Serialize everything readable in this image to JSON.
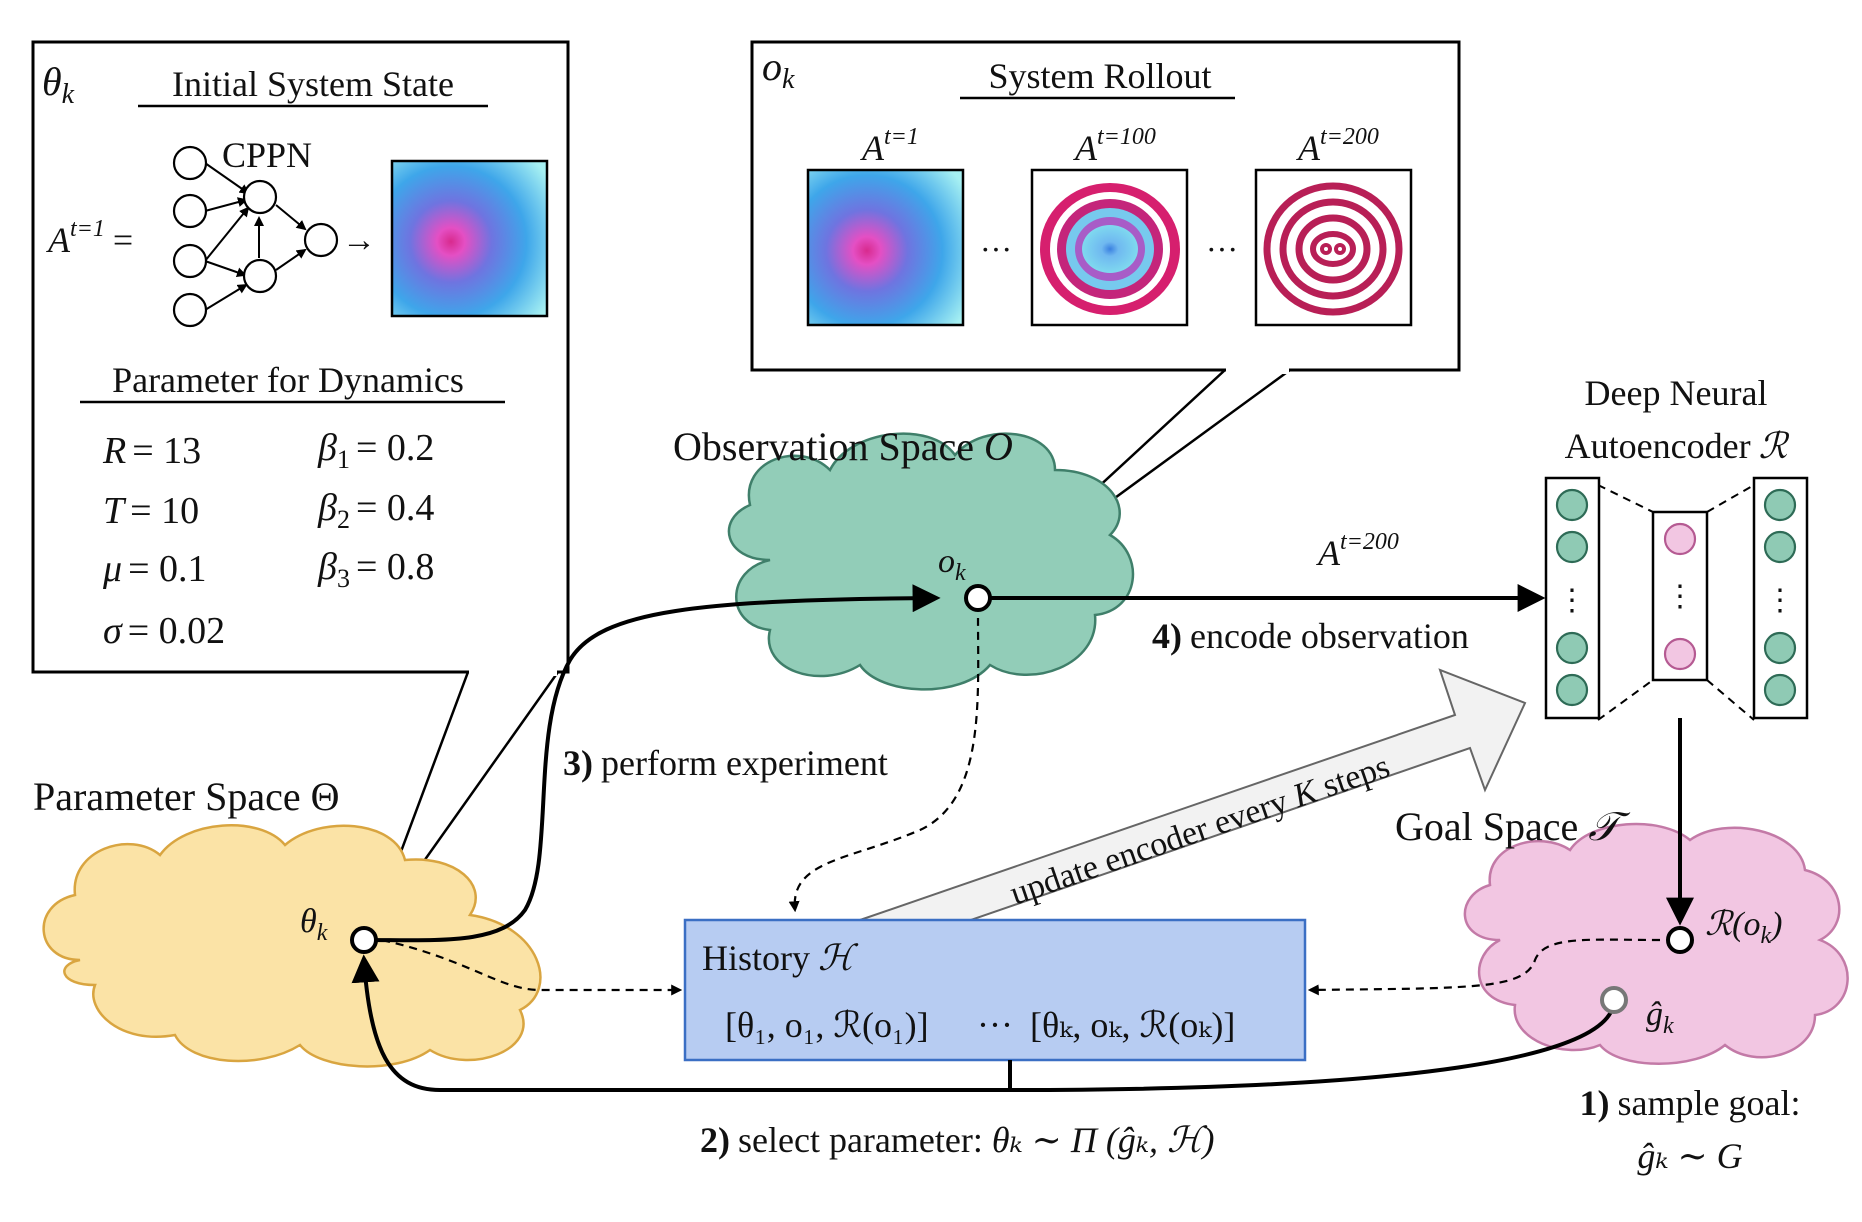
{
  "param_box": {
    "corner_label": "θ",
    "corner_sub": "k",
    "title": "Initial System State",
    "cppn_label": "CPPN",
    "eq_prefix": "A",
    "eq_sup": "t=1",
    "eq_sign": "=",
    "arrow": "→",
    "dynamics_title": "Parameter for Dynamics",
    "params": [
      {
        "sym": "R",
        "sub": "",
        "val": "= 13"
      },
      {
        "sym": "T",
        "sub": "",
        "val": "= 10"
      },
      {
        "sym": "μ",
        "sub": "",
        "val": "= 0.1"
      },
      {
        "sym": "σ",
        "sub": "",
        "val": "= 0.02"
      },
      {
        "sym": "β",
        "sub": "1",
        "val": "= 0.2"
      },
      {
        "sym": "β",
        "sub": "2",
        "val": "= 0.4"
      },
      {
        "sym": "β",
        "sub": "3",
        "val": "= 0.8"
      }
    ]
  },
  "rollout_box": {
    "corner_label": "o",
    "corner_sub": "k",
    "title": "System Rollout",
    "frames": [
      {
        "prefix": "A",
        "sup": "t=1"
      },
      {
        "prefix": "A",
        "sup": "t=100"
      },
      {
        "prefix": "A",
        "sup": "t=200"
      }
    ],
    "ellipsis": "···"
  },
  "observation_space": {
    "label": "Observation Space",
    "sym": "O",
    "point_main": "o",
    "point_sub": "k"
  },
  "parameter_space": {
    "label": "Parameter Space",
    "sym": "Θ",
    "point_main": "θ",
    "point_sub": "k"
  },
  "autoencoder": {
    "line1": "Deep Neural",
    "line2": "Autoencoder",
    "sym": "ℛ",
    "dots": "⋮"
  },
  "goal_space": {
    "label": "Goal Space",
    "sym": "𝒯",
    "point_r": "ℛ(o",
    "point_r_sub": "k",
    "point_r_close": ")",
    "point_g": "ĝ",
    "point_g_sub": "k"
  },
  "encode_arrow": {
    "prefix": "A",
    "sup": "t=200",
    "num": "4)",
    "text": "encode observation"
  },
  "experiment": {
    "num": "3)",
    "text": "perform experiment"
  },
  "update_arrow": {
    "text_a": "update encoder every ",
    "sym": "K",
    "text_b": " steps"
  },
  "history": {
    "title": "History",
    "sym": "ℋ",
    "entry_first": "[θ₁, o₁, ℛ(o₁)]",
    "ellipsis": "···",
    "entry_last": "[θₖ, oₖ, ℛ(oₖ)]"
  },
  "select_param": {
    "num": "2)",
    "text": "select parameter: ",
    "formula": "θₖ ∼ Π (ĝₖ, ℋ)"
  },
  "sample_goal": {
    "num": "1)",
    "text": "sample goal:",
    "formula": "ĝₖ ∼ G"
  },
  "colors": {
    "obs_cloud": "#92cdb8",
    "obs_cloud_stroke": "#3f7f6a",
    "param_cloud": "#fbe3a6",
    "param_cloud_stroke": "#d9a540",
    "goal_cloud": "#f2c6e2",
    "goal_cloud_stroke": "#c37aa7",
    "history_fill": "#b7ccf2",
    "history_stroke": "#3b6fc4",
    "node_green": "#8fcab4",
    "node_pink": "#f2c6e2"
  }
}
